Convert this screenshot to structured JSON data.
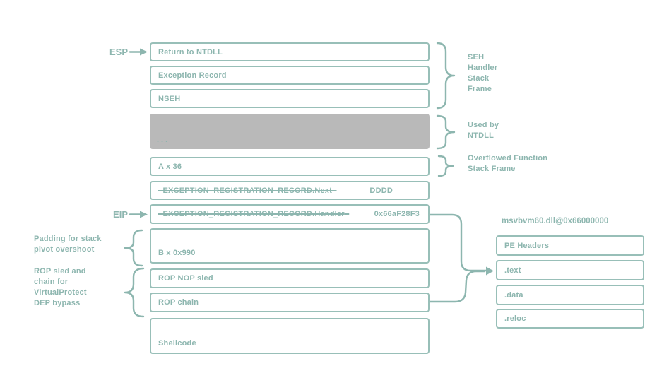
{
  "registers": {
    "esp": "ESP",
    "eip": "EIP"
  },
  "stack": {
    "rows": [
      {
        "label": "Return to NTDLL"
      },
      {
        "label": "Exception Record"
      },
      {
        "label": "NSEH"
      },
      {
        "label": "...",
        "variant": "gray"
      },
      {
        "label": "A x 36"
      },
      {
        "label": "EXCEPTION_REGISTRATION_RECORD.Next",
        "value": "DDDD",
        "struck": true
      },
      {
        "label": "EXCEPTION_REGISTRATION_RECORD.Handler",
        "value": "0x66aF28F3",
        "struck": true
      },
      {
        "label": "B x 0x990"
      },
      {
        "label": "ROP NOP sled"
      },
      {
        "label": "ROP chain"
      },
      {
        "label": "Shellcode"
      }
    ]
  },
  "annotations": {
    "left": [
      {
        "label": "Padding for stack\npivot overshoot"
      },
      {
        "label": "ROP sled and\nchain for\nVirtualProtect\nDEP bypass"
      }
    ],
    "right": [
      {
        "label": "SEH\nHandler\nStack\nFrame"
      },
      {
        "label": "Used by\nNTDLL"
      },
      {
        "label": "Overflowed Function\nStack Frame"
      }
    ]
  },
  "module": {
    "title": "msvbvm60.dll@0x66000000",
    "sections": [
      {
        "label": "PE Headers"
      },
      {
        "label": ".text"
      },
      {
        "label": ".data"
      },
      {
        "label": ".reloc"
      }
    ]
  },
  "colors": {
    "teal": "#8db6af",
    "box_border": "#98bfb8",
    "gray_fill": "#b9b9b9"
  }
}
